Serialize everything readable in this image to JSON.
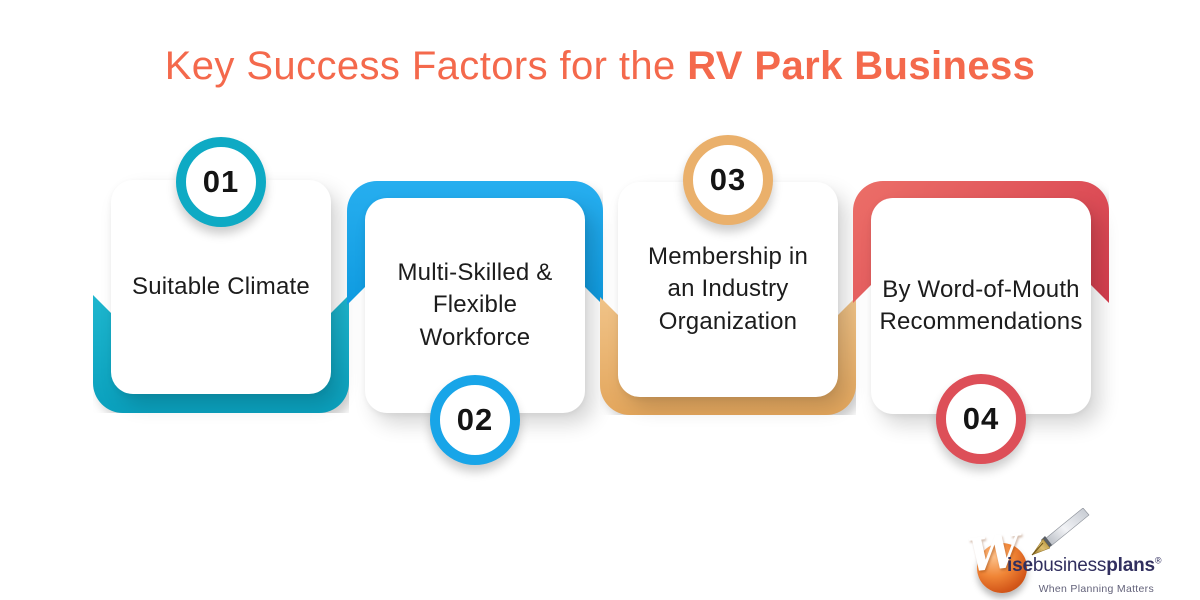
{
  "title": {
    "prefix": "Key Success Factors for the ",
    "emphasis": "RV Park Business",
    "color": "#F4694C"
  },
  "factors": [
    {
      "number": "01",
      "label": "Suitable Climate",
      "color": "#10ABC5",
      "badge_position": "top"
    },
    {
      "number": "02",
      "label": "Multi-Skilled &\nFlexible Workforce",
      "color": "#17A4E9",
      "badge_position": "bottom"
    },
    {
      "number": "03",
      "label": "Membership in\nan Industry\nOrganization",
      "color": "#EAB273",
      "badge_position": "top"
    },
    {
      "number": "04",
      "label": "By Word-of-Mouth\nRecommendations",
      "color": "#DF4F58",
      "badge_position": "bottom"
    }
  ],
  "logo": {
    "monogram": "W",
    "wordmark_bold_1": "ise",
    "wordmark_regular": "business",
    "wordmark_bold_2": "plans",
    "registered_mark": "®",
    "tagline": "When Planning Matters",
    "brand_navy": "#312F5F",
    "brand_orange": "#E8671E"
  }
}
